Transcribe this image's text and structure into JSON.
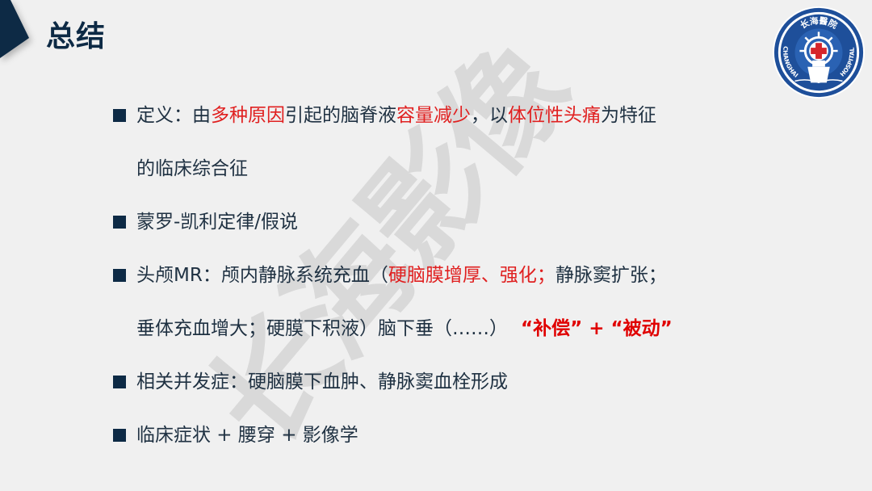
{
  "slide": {
    "title": "总结",
    "colors": {
      "background": "#f0f0f0",
      "title": "#0d2a45",
      "body_text": "#1f3142",
      "highlight": "#e02020",
      "bullet": "#0d2a45",
      "watermark": "#d9d9d9"
    },
    "logo": {
      "top_text": "长海醫院",
      "left_text": "CHANGHAI",
      "right_text": "HOSPITAL",
      "icon": "red-cross-ship-wheel-emblem"
    },
    "watermark": "长海影像",
    "bullets": [
      {
        "line1": [
          {
            "text": "定义：由",
            "style": "normal"
          },
          {
            "text": "多种原因",
            "style": "red"
          },
          {
            "text": "引起的脑脊液",
            "style": "normal"
          },
          {
            "text": "容量减少",
            "style": "red"
          },
          {
            "text": "，以",
            "style": "normal"
          },
          {
            "text": "体位性头痛",
            "style": "red"
          },
          {
            "text": "为特征",
            "style": "normal"
          }
        ],
        "line2": "的临床综合征"
      },
      {
        "line1": [
          {
            "text": "蒙罗-凯利定律/假说",
            "style": "normal"
          }
        ]
      },
      {
        "line1": [
          {
            "text": "头颅MR：颅内静脉系统充血（",
            "style": "normal"
          },
          {
            "text": "硬脑膜增厚、强化；",
            "style": "red"
          },
          {
            "text": "静脉窦扩张；",
            "style": "normal"
          }
        ],
        "line2_parts": [
          {
            "text": "垂体充血增大；硬膜下积液）脑下垂（……）",
            "style": "normal"
          },
          {
            "text": "  “补偿” + “被动”",
            "style": "red-bold"
          }
        ]
      },
      {
        "line1": [
          {
            "text": "相关并发症：硬脑膜下血肿、静脉窦血栓形成",
            "style": "normal"
          }
        ]
      },
      {
        "line1": [
          {
            "text": "临床症状 + 腰穿 + 影像学",
            "style": "normal"
          }
        ]
      }
    ]
  }
}
